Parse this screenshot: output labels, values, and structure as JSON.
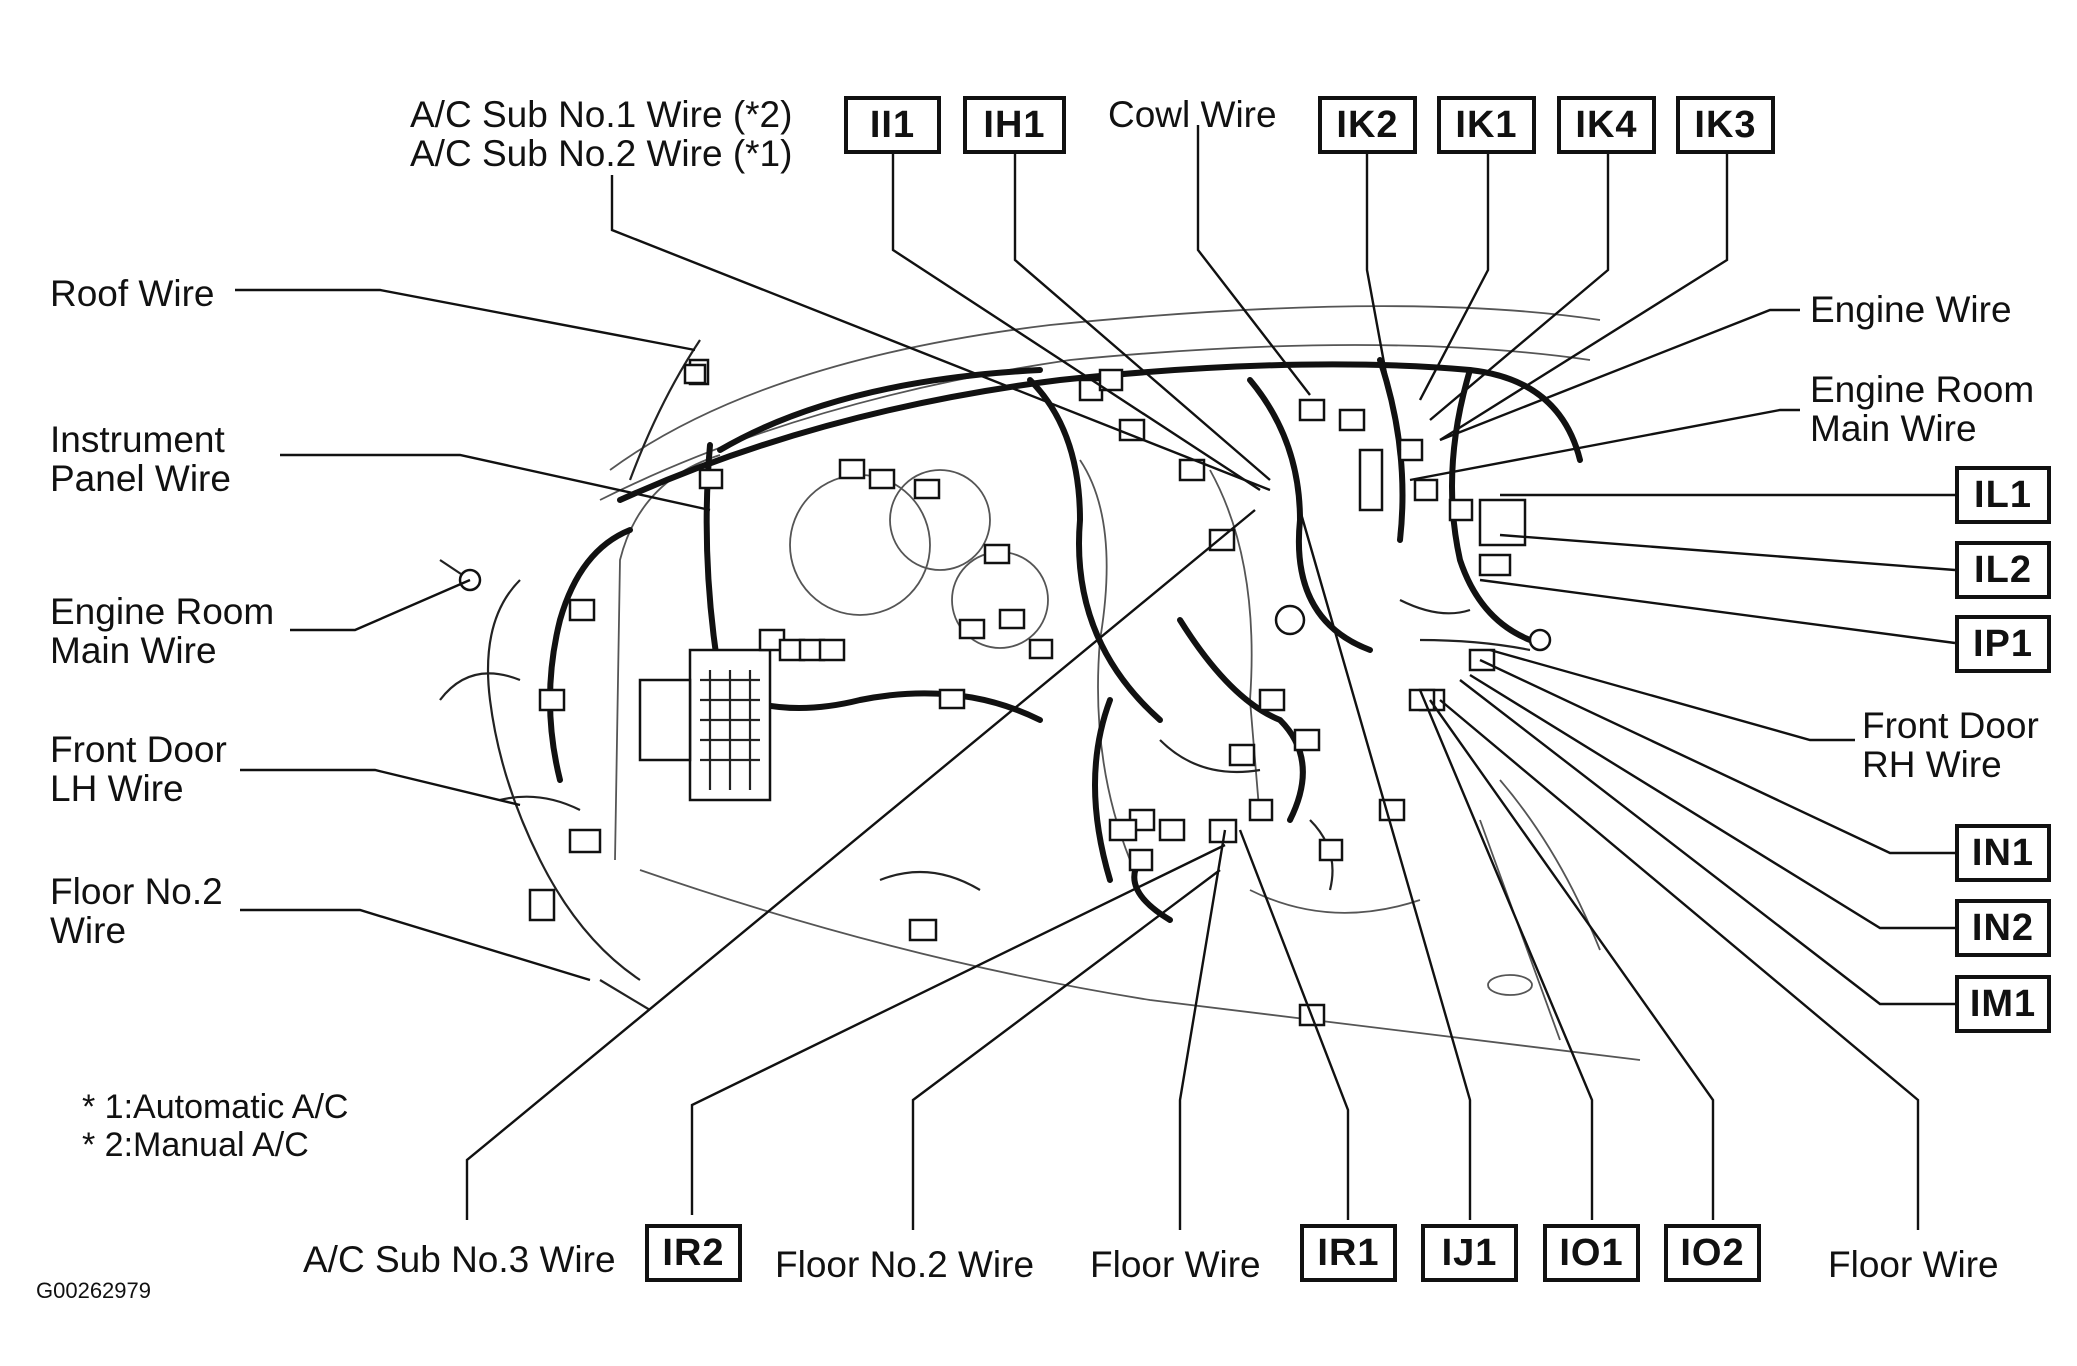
{
  "diagram": {
    "labels": {
      "ac_sub_1": "A/C Sub No.1 Wire (*2)",
      "ac_sub_2": "A/C Sub No.2 Wire (*1)",
      "cowl": "Cowl Wire",
      "roof": "Roof Wire",
      "ip_1": "Instrument",
      "ip_2": "Panel Wire",
      "erm_left_1": "Engine Room",
      "erm_left_2": "Main Wire",
      "fd_lh_1": "Front Door",
      "fd_lh_2": "LH Wire",
      "floor2_left_1": "Floor No.2",
      "floor2_left_2": "Wire",
      "engine": "Engine Wire",
      "erm_right_1": "Engine Room",
      "erm_right_2": "Main Wire",
      "fd_rh_1": "Front Door",
      "fd_rh_2": "RH Wire",
      "ac_sub_3": "A/C Sub No.3 Wire",
      "floor2_bottom": "Floor No.2 Wire",
      "floor_bottom_1": "Floor Wire",
      "floor_bottom_2": "Floor Wire"
    },
    "connectors": {
      "II1": "II1",
      "IH1": "IH1",
      "IK2": "IK2",
      "IK1": "IK1",
      "IK4": "IK4",
      "IK3": "IK3",
      "IL1": "IL1",
      "IL2": "IL2",
      "IP1": "IP1",
      "IN1": "IN1",
      "IN2": "IN2",
      "IM1": "IM1",
      "IR2": "IR2",
      "IR1": "IR1",
      "IJ1": "IJ1",
      "IO1": "IO1",
      "IO2": "IO2"
    },
    "notes": {
      "note_1": "* 1:Automatic A/C",
      "note_2": "* 2:Manual A/C"
    },
    "figure_code": "G00262979"
  }
}
